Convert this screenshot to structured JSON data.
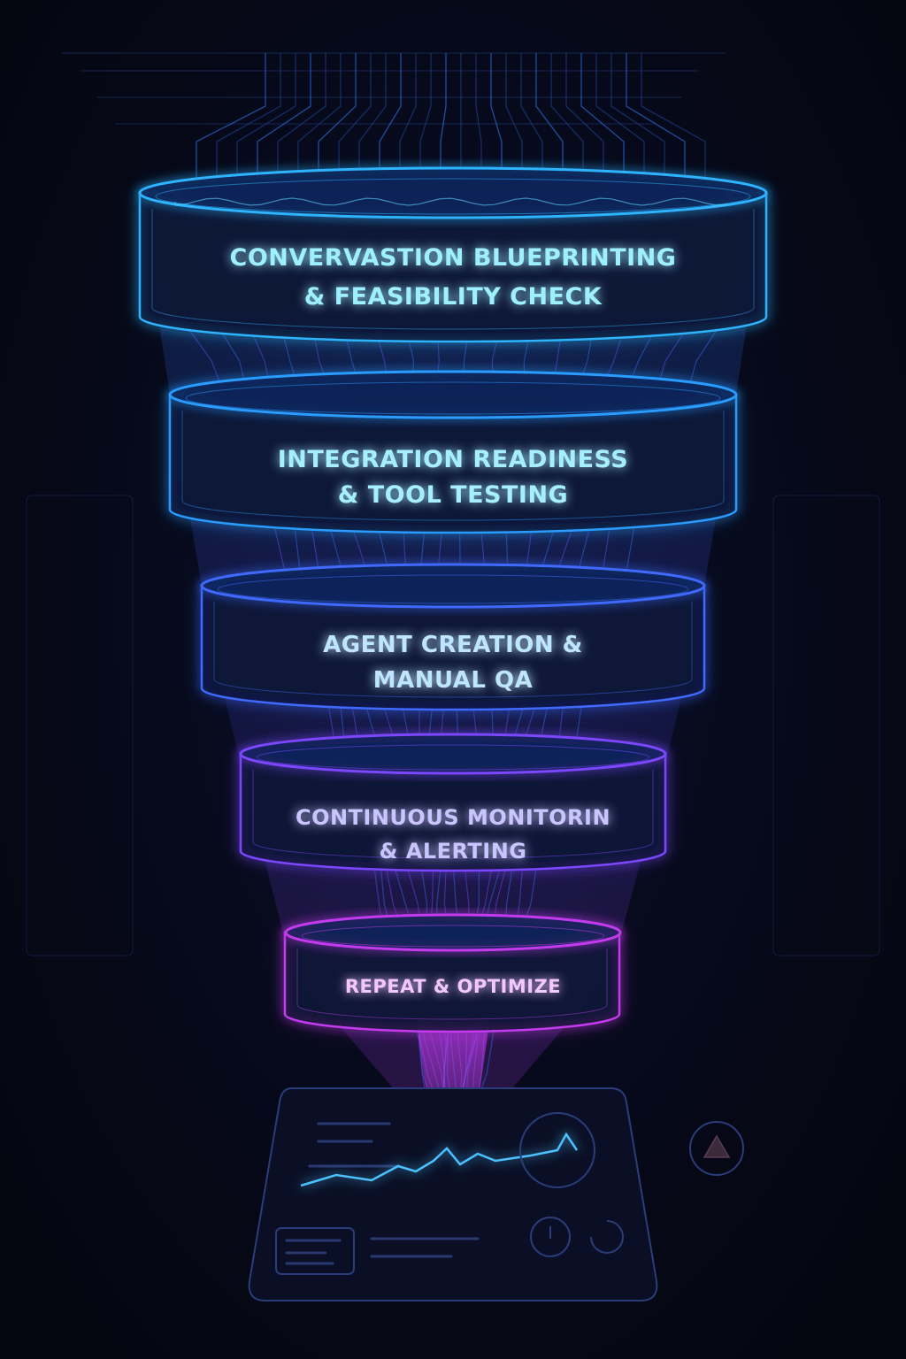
{
  "funnel": {
    "stages": [
      {
        "line1": "CONVERVASTION BLUEPRINTING",
        "line2": "& FEASIBILITY CHECK",
        "color": "#2fb4ff",
        "text_color": "#9ff0ff"
      },
      {
        "line1": "INTEGRATION READINESS",
        "line2": "& TOOL TESTING",
        "color": "#2a9cff",
        "text_color": "#a6efff"
      },
      {
        "line1": "AGENT CREATION &",
        "line2": "MANUAL QA",
        "color": "#3f6bff",
        "text_color": "#bfe6ff"
      },
      {
        "line1": "CONTINUOUS MONITORIN",
        "line2": "& ALERTING",
        "color": "#7d46ff",
        "text_color": "#c9c6ff"
      },
      {
        "line1": "REPEAT & OPTIMIZE",
        "line2": "",
        "color": "#c43bef",
        "text_color": "#f3c8ff"
      }
    ]
  },
  "dashboard": {
    "icons": [
      "chart-line-icon",
      "gauge-icon",
      "warning-icon",
      "clock-icon",
      "refresh-icon"
    ],
    "accent": "#4cc2ff"
  }
}
